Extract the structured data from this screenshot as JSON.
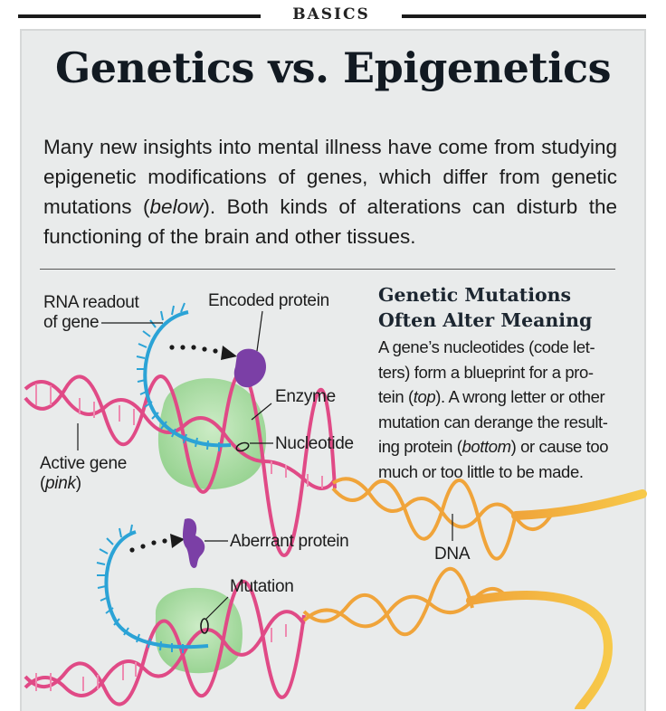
{
  "header": {
    "kicker": "BASICS"
  },
  "title": "Genetics vs. Epigenetics",
  "intro": {
    "before_em": "Many new insights into mental illness have come from studying epigenetic modifications of genes, which differ from genetic mutations (",
    "em": "below",
    "after_em": "). Both kinds of alterations can disturb the functioning of the brain and other tissues."
  },
  "diagram": {
    "labels": {
      "rna_readout_line1": "RNA readout",
      "rna_readout_line2": "of gene",
      "encoded_protein": "Encoded protein",
      "enzyme": "Enzyme",
      "nucleotide": "Nucleotide",
      "active_gene_line1": "Active gene",
      "active_gene_paren_open": "(",
      "active_gene_em": "pink",
      "active_gene_paren_close": ")",
      "aberrant_protein": "Aberrant protein",
      "dna": "DNA",
      "mutation": "Mutation"
    },
    "colors": {
      "dna_pink": "#e04a86",
      "dna_orange": "#f2a93b",
      "rna_blue": "#2ba3d6",
      "enzyme_green": "#a8dba0",
      "protein_purple": "#7b3fa6"
    }
  },
  "sidebar": {
    "heading_line1": "Genetic Mutations",
    "heading_line2": "Often Alter Meaning",
    "body_lines": [
      "A gene’s nucleotides (code let-",
      "ters) form a blueprint for a pro-",
      "tein (",
      "top",
      "). A wrong letter or other",
      "mutation can derange the result-",
      "ing protein (",
      "bottom",
      ") or cause too",
      "much or too little to be made."
    ]
  }
}
